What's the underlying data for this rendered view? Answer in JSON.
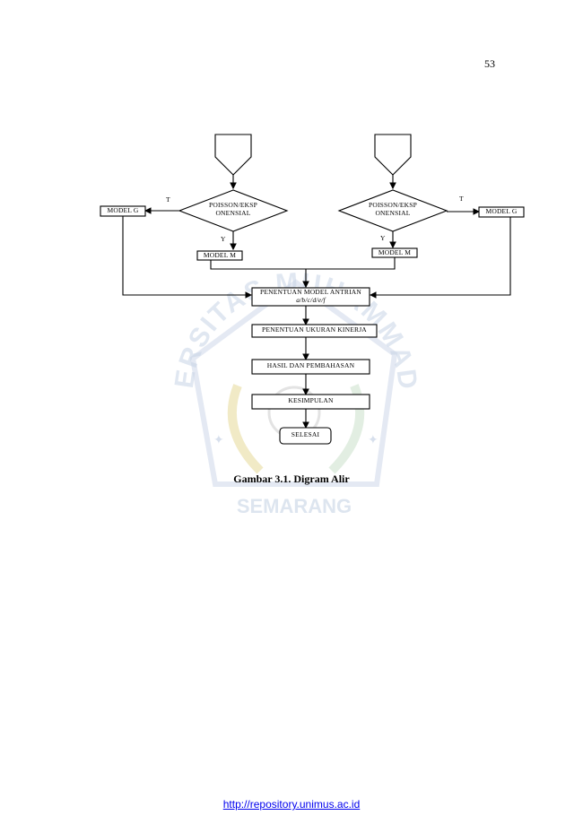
{
  "page_number": "53",
  "flowchart": {
    "left_diamond": {
      "line1": "POISSON/EKSP",
      "line2": "ONENSIAL"
    },
    "right_diamond": {
      "line1": "POISSON/EKSP",
      "line2": "ONENSIAL"
    },
    "left_no_label": "T",
    "right_no_label": "T",
    "left_yes_label": "Y",
    "right_yes_label": "Y",
    "left_model_g": "MODEL G",
    "right_model_g": "MODEL G",
    "left_model_m": "MODEL M",
    "right_model_m": "MODEL M",
    "queue_model": "PENENTUAN MODEL ANTRIAN",
    "queue_model_sub": "a/b/c/d/e/f",
    "performance": "PENENTUAN UKURAN KINERJA",
    "results": "HASIL DAN PEMBAHASAN",
    "conclusion": "KESIMPULAN",
    "finish": "SELESAI"
  },
  "watermark": {
    "text_top": "UNIVERSITAS MUHAMMADIYAH",
    "text_bottom": "SEMARANG",
    "color": "#c8d4e6",
    "accent": "#e8dca0"
  },
  "caption": "Gambar 3.1. Digram Alir",
  "footer_url": "http://repository.unimus.ac.id"
}
